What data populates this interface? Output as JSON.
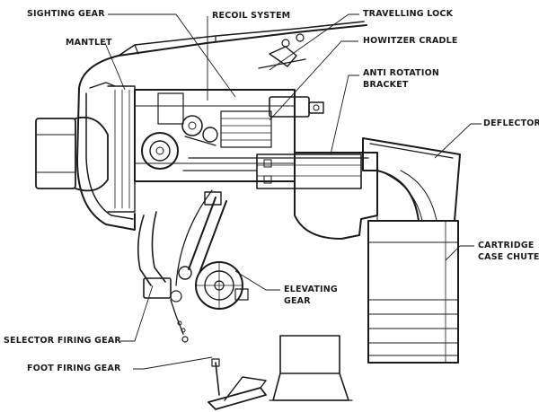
{
  "labels": {
    "sighting_gear": "SIGHTING GEAR",
    "recoil_system": "RECOIL SYSTEM",
    "travelling_lock": "TRAVELLING LOCK",
    "mantlet": "MANTLET",
    "howitzer_cradle": "HOWITZER CRADLE",
    "anti_rotation_line1": "ANTI ROTATION",
    "anti_rotation_line2": "BRACKET",
    "deflector": "DEFLECTOR",
    "cartridge_line1": "CARTRIDGE",
    "cartridge_line2": "CASE CHUTE",
    "elevating_line1": "ELEVATING",
    "elevating_line2": "GEAR",
    "selector_firing_gear": "SELECTOR FIRING GEAR",
    "foot_firing_gear": "FOOT FIRING GEAR"
  }
}
